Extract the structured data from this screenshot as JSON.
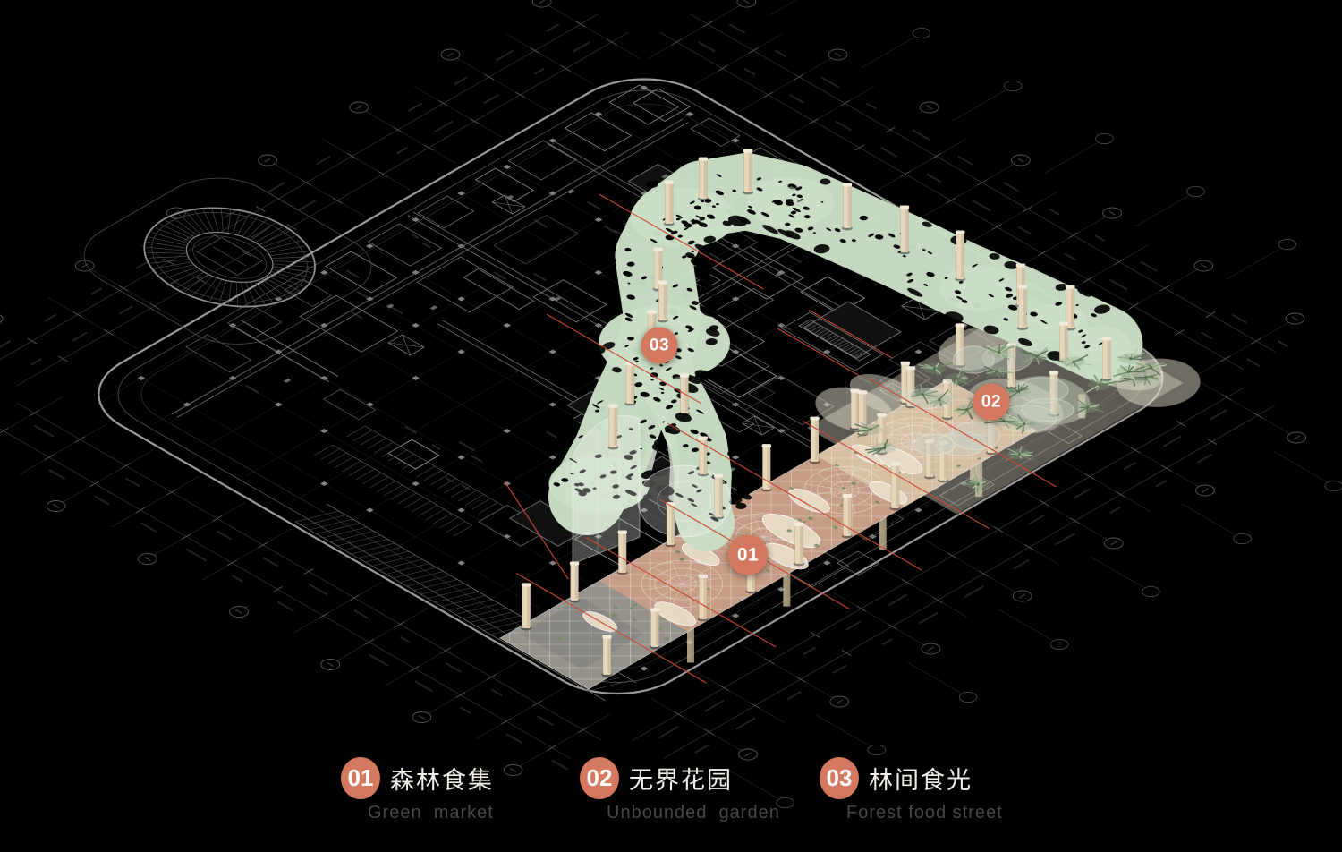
{
  "legend": {
    "items": [
      {
        "id": "01",
        "zh": "森林食集",
        "en": "Green  market"
      },
      {
        "id": "02",
        "zh": "无界花园",
        "en": "Unbounded  garden"
      },
      {
        "id": "03",
        "zh": "林间食光",
        "en": "Forest food street"
      }
    ]
  },
  "markers": [
    {
      "label": "01"
    },
    {
      "label": "02"
    },
    {
      "label": "03"
    }
  ],
  "colors": {
    "background": "#000000",
    "accent": "#d4795f",
    "red": "#cc4733",
    "canopy": "#cbdfc6",
    "canopy_hole": "#060606",
    "canopy_mottle": "#b9cfb2",
    "column": "#e6d6ba",
    "column_cap": "#f2ead8",
    "column_hang": "#d3c1a2",
    "deck_tan": "#cdb394",
    "deck_light": "#d8c2a6",
    "deck_terracotta": "#c59c85",
    "deck_gray": "#8f8f8c",
    "lattice": "#ffffff",
    "garden_base": "#d8d4c2",
    "tree_dark": "#5d7458",
    "tree_mid": "#8fa885",
    "tree_light": "#b3c9a4",
    "umbrella": "#c8d2c6",
    "walkway": "#d9d9d4",
    "glass": "#f0f0ec",
    "cad_faint": "#2b2b2b",
    "cad_line": "#3f3f3f",
    "cad_mid": "#5a5a5a",
    "cad_bright": "#8f8f8f",
    "boundary": "#9b9b9b",
    "legend_zh": "#f2efe9",
    "legend_en": "#474747"
  }
}
